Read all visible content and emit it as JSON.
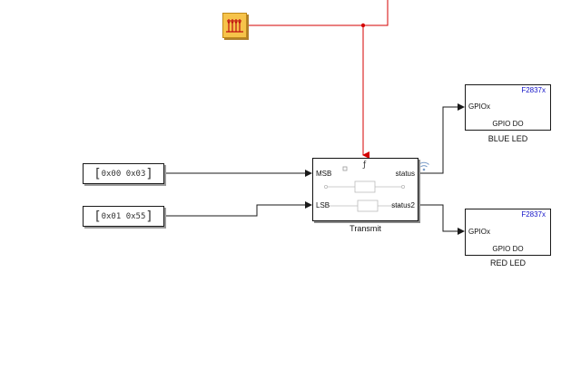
{
  "colors": {
    "signal_line": "#1a1a1a",
    "trigger_line": "#d40000",
    "trigger_block": "#f6c34a",
    "target_text": "#1414c8",
    "block_shadow": "#9a9a9a"
  },
  "constants": [
    {
      "msb_val": "0x00",
      "lsb_val": "0x03"
    },
    {
      "msb_val": "0x01",
      "lsb_val": "0x55"
    }
  ],
  "transmit": {
    "label": "Transmit",
    "inputs": [
      "MSB",
      "LSB"
    ],
    "outputs": [
      "status",
      "status2"
    ]
  },
  "gpio_blocks": [
    {
      "target": "F2837x",
      "port": "GPIOx",
      "name": "GPIO DO",
      "label": "BLUE LED"
    },
    {
      "target": "F2837x",
      "port": "GPIOx",
      "name": "GPIO DO",
      "label": "RED LED"
    }
  ]
}
